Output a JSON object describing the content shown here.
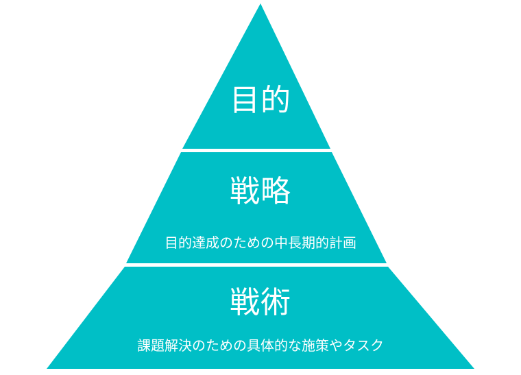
{
  "pyramid": {
    "fill_color": "#00bfc6",
    "divider_color": "#ffffff",
    "top": {
      "title": "目的"
    },
    "middle": {
      "title": "戦略",
      "description": "目的達成のための中長期的計画"
    },
    "base": {
      "title": "戦術",
      "description": "課題解決のための具体的な施策やタスク"
    }
  }
}
